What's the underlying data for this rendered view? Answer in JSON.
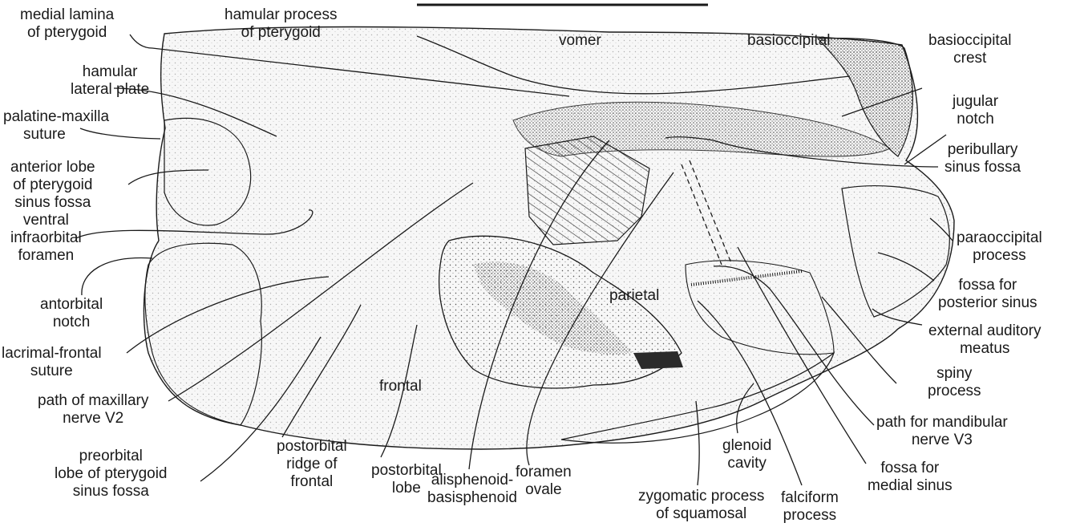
{
  "labels": {
    "medial_lamina": [
      "medial lamina",
      "of pterygoid"
    ],
    "hamular_process": [
      "hamular process",
      "of pterygoid"
    ],
    "vomer": [
      "vomer"
    ],
    "basioccipital": [
      "basioccipital"
    ],
    "basioccipital_crest": [
      "basioccipital",
      "crest"
    ],
    "hamular_lateral_plate": [
      "hamular",
      "lateral plate"
    ],
    "palatine_maxilla_suture": [
      "palatine-maxilla",
      "suture"
    ],
    "jugular_notch": [
      "jugular",
      "notch"
    ],
    "peribullary_sinus_fossa": [
      "peribullary",
      "sinus fossa"
    ],
    "anterior_lobe": [
      "anterior lobe",
      "of pterygoid",
      "sinus fossa"
    ],
    "ventral_infraorbital_foramen": [
      "ventral",
      "infraorbital",
      "foramen"
    ],
    "paraoccipital_process": [
      "paraoccipital",
      "process"
    ],
    "antorbital_notch": [
      "antorbital",
      "notch"
    ],
    "fossa_posterior_sinus": [
      "fossa  for",
      "posterior sinus"
    ],
    "parietal": [
      "parietal"
    ],
    "external_auditory_meatus": [
      "external auditory",
      "meatus"
    ],
    "lacrimal_frontal_suture": [
      "lacrimal-frontal",
      "suture"
    ],
    "spiny_process": [
      "spiny",
      "process"
    ],
    "frontal": [
      "frontal"
    ],
    "path_maxillary_nerve": [
      "path of maxillary",
      "nerve V2"
    ],
    "path_mandibular_nerve": [
      "path for mandibular",
      "nerve V3"
    ],
    "preorbital_lobe": [
      "preorbital",
      "lobe of pterygoid",
      "sinus fossa"
    ],
    "postorbital_ridge": [
      "postorbital",
      "ridge of",
      "frontal"
    ],
    "postorbital_lobe": [
      "postorbital",
      "lobe"
    ],
    "alisphenoid_basisphenoid": [
      "alisphenoid-",
      "basisphenoid"
    ],
    "foramen_ovale": [
      "foramen",
      "ovale"
    ],
    "glenoid_cavity": [
      "glenoid",
      "cavity"
    ],
    "zygomatic_process": [
      "zygomatic process",
      "of squamosal"
    ],
    "falciform_process": [
      "falciform",
      "process"
    ],
    "fossa_medial_sinus": [
      "fossa for",
      "medial sinus"
    ]
  },
  "colors": {
    "ink": "#1a1a1a",
    "bone_fill": "#f6f6f6",
    "dark_fossa": "#2b2b2b"
  }
}
